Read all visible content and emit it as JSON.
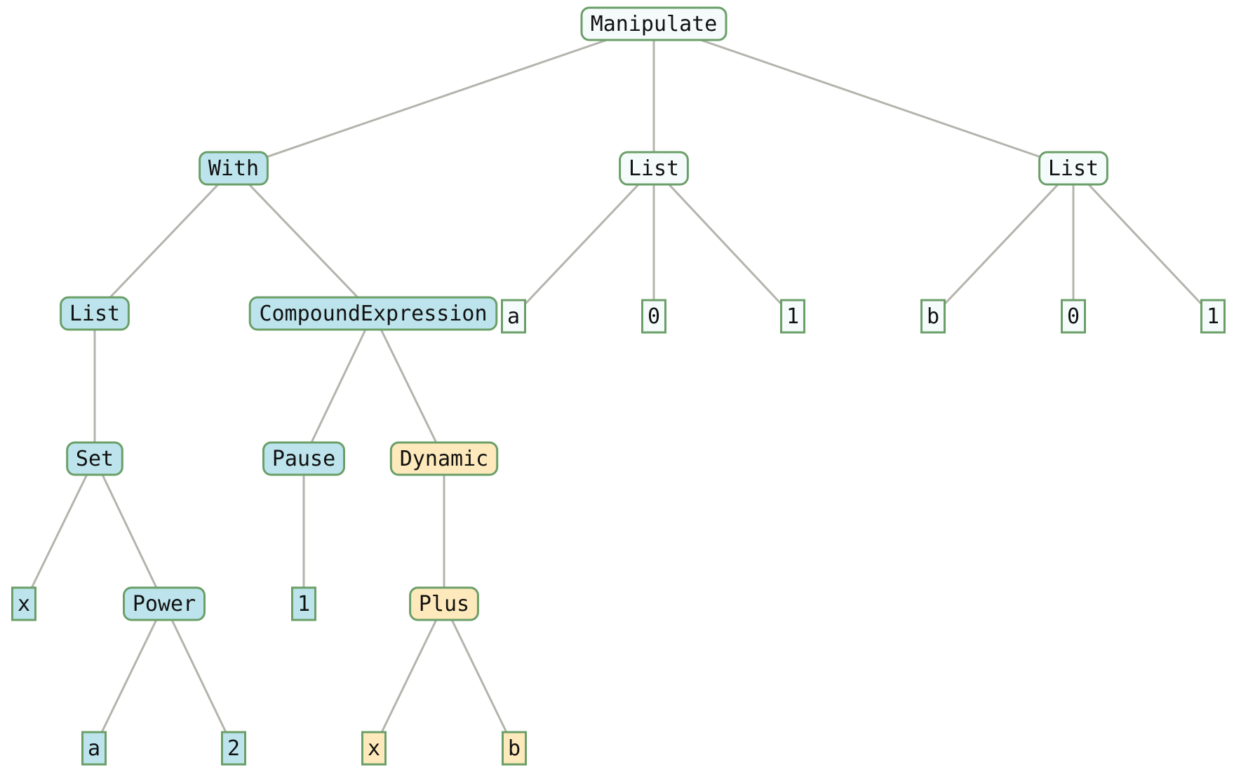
{
  "colors": {
    "edge": "#b4b4ae",
    "border": "#6a9f68",
    "plain_fill": "#f5fbfb",
    "blue_fill": "#bde4ec",
    "yellow_fill": "#fde9bb",
    "text": "#111111"
  },
  "tree": {
    "nodes": [
      {
        "id": "manipulate",
        "label": "Manipulate",
        "kind": "head",
        "color": "plain"
      },
      {
        "id": "with",
        "label": "With",
        "kind": "head",
        "color": "blue"
      },
      {
        "id": "list-a",
        "label": "List",
        "kind": "head",
        "color": "plain"
      },
      {
        "id": "list-b",
        "label": "List",
        "kind": "head",
        "color": "plain"
      },
      {
        "id": "list-vars",
        "label": "List",
        "kind": "head",
        "color": "blue"
      },
      {
        "id": "compound",
        "label": "CompoundExpression",
        "kind": "head",
        "color": "blue"
      },
      {
        "id": "leaf-a",
        "label": "a",
        "kind": "leaf",
        "color": "plain"
      },
      {
        "id": "leaf-a-0",
        "label": "0",
        "kind": "leaf",
        "color": "plain"
      },
      {
        "id": "leaf-a-1",
        "label": "1",
        "kind": "leaf",
        "color": "plain"
      },
      {
        "id": "leaf-b",
        "label": "b",
        "kind": "leaf",
        "color": "plain"
      },
      {
        "id": "leaf-b-0",
        "label": "0",
        "kind": "leaf",
        "color": "plain"
      },
      {
        "id": "leaf-b-1",
        "label": "1",
        "kind": "leaf",
        "color": "plain"
      },
      {
        "id": "set",
        "label": "Set",
        "kind": "head",
        "color": "blue"
      },
      {
        "id": "pause",
        "label": "Pause",
        "kind": "head",
        "color": "blue"
      },
      {
        "id": "dynamic",
        "label": "Dynamic",
        "kind": "head",
        "color": "yellow"
      },
      {
        "id": "leaf-x",
        "label": "x",
        "kind": "leaf",
        "color": "blue"
      },
      {
        "id": "power",
        "label": "Power",
        "kind": "head",
        "color": "blue"
      },
      {
        "id": "leaf-pause-1",
        "label": "1",
        "kind": "leaf",
        "color": "blue"
      },
      {
        "id": "plus",
        "label": "Plus",
        "kind": "head",
        "color": "yellow"
      },
      {
        "id": "leaf-power-a",
        "label": "a",
        "kind": "leaf",
        "color": "blue"
      },
      {
        "id": "leaf-power-2",
        "label": "2",
        "kind": "leaf",
        "color": "blue"
      },
      {
        "id": "leaf-plus-x",
        "label": "x",
        "kind": "leaf",
        "color": "yellow"
      },
      {
        "id": "leaf-plus-b",
        "label": "b",
        "kind": "leaf",
        "color": "yellow"
      }
    ],
    "edges": [
      [
        "manipulate",
        "with"
      ],
      [
        "manipulate",
        "list-a"
      ],
      [
        "manipulate",
        "list-b"
      ],
      [
        "with",
        "list-vars"
      ],
      [
        "with",
        "compound"
      ],
      [
        "list-a",
        "leaf-a"
      ],
      [
        "list-a",
        "leaf-a-0"
      ],
      [
        "list-a",
        "leaf-a-1"
      ],
      [
        "list-b",
        "leaf-b"
      ],
      [
        "list-b",
        "leaf-b-0"
      ],
      [
        "list-b",
        "leaf-b-1"
      ],
      [
        "list-vars",
        "set"
      ],
      [
        "compound",
        "pause"
      ],
      [
        "compound",
        "dynamic"
      ],
      [
        "set",
        "leaf-x"
      ],
      [
        "set",
        "power"
      ],
      [
        "pause",
        "leaf-pause-1"
      ],
      [
        "dynamic",
        "plus"
      ],
      [
        "power",
        "leaf-power-a"
      ],
      [
        "power",
        "leaf-power-2"
      ],
      [
        "plus",
        "leaf-plus-x"
      ],
      [
        "plus",
        "leaf-plus-b"
      ]
    ]
  }
}
